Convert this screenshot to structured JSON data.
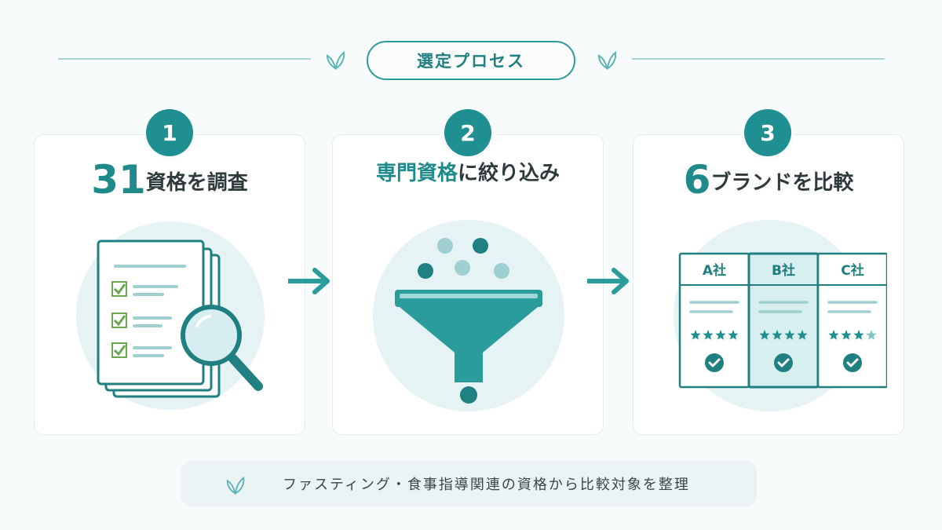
{
  "header": {
    "title": "選定プロセス"
  },
  "steps": [
    {
      "number": "1",
      "title_num": "31",
      "title_rest": "資格を調査"
    },
    {
      "number": "2",
      "title_highlight": "専門資格",
      "title_rest": "に絞り込み"
    },
    {
      "number": "3",
      "title_num": "6",
      "title_rest": "ブランドを比較"
    }
  ],
  "comparison": {
    "columns": [
      {
        "label": "A社",
        "stars": 4
      },
      {
        "label": "B社",
        "stars": 4
      },
      {
        "label": "C社",
        "stars": 3.5
      }
    ]
  },
  "footer": {
    "text": "ファスティング・食事指導関連の資格から比較対象を整理"
  },
  "colors": {
    "accent": "#1f8f91",
    "accent_light": "#7fc3c5",
    "check_green": "#6aa84f",
    "background": "#f8fbfb"
  },
  "icons": [
    "leaf-icon",
    "checklist-document-icon",
    "magnifier-icon",
    "funnel-icon",
    "arrow-right-icon",
    "star-icon",
    "check-circle-icon"
  ]
}
